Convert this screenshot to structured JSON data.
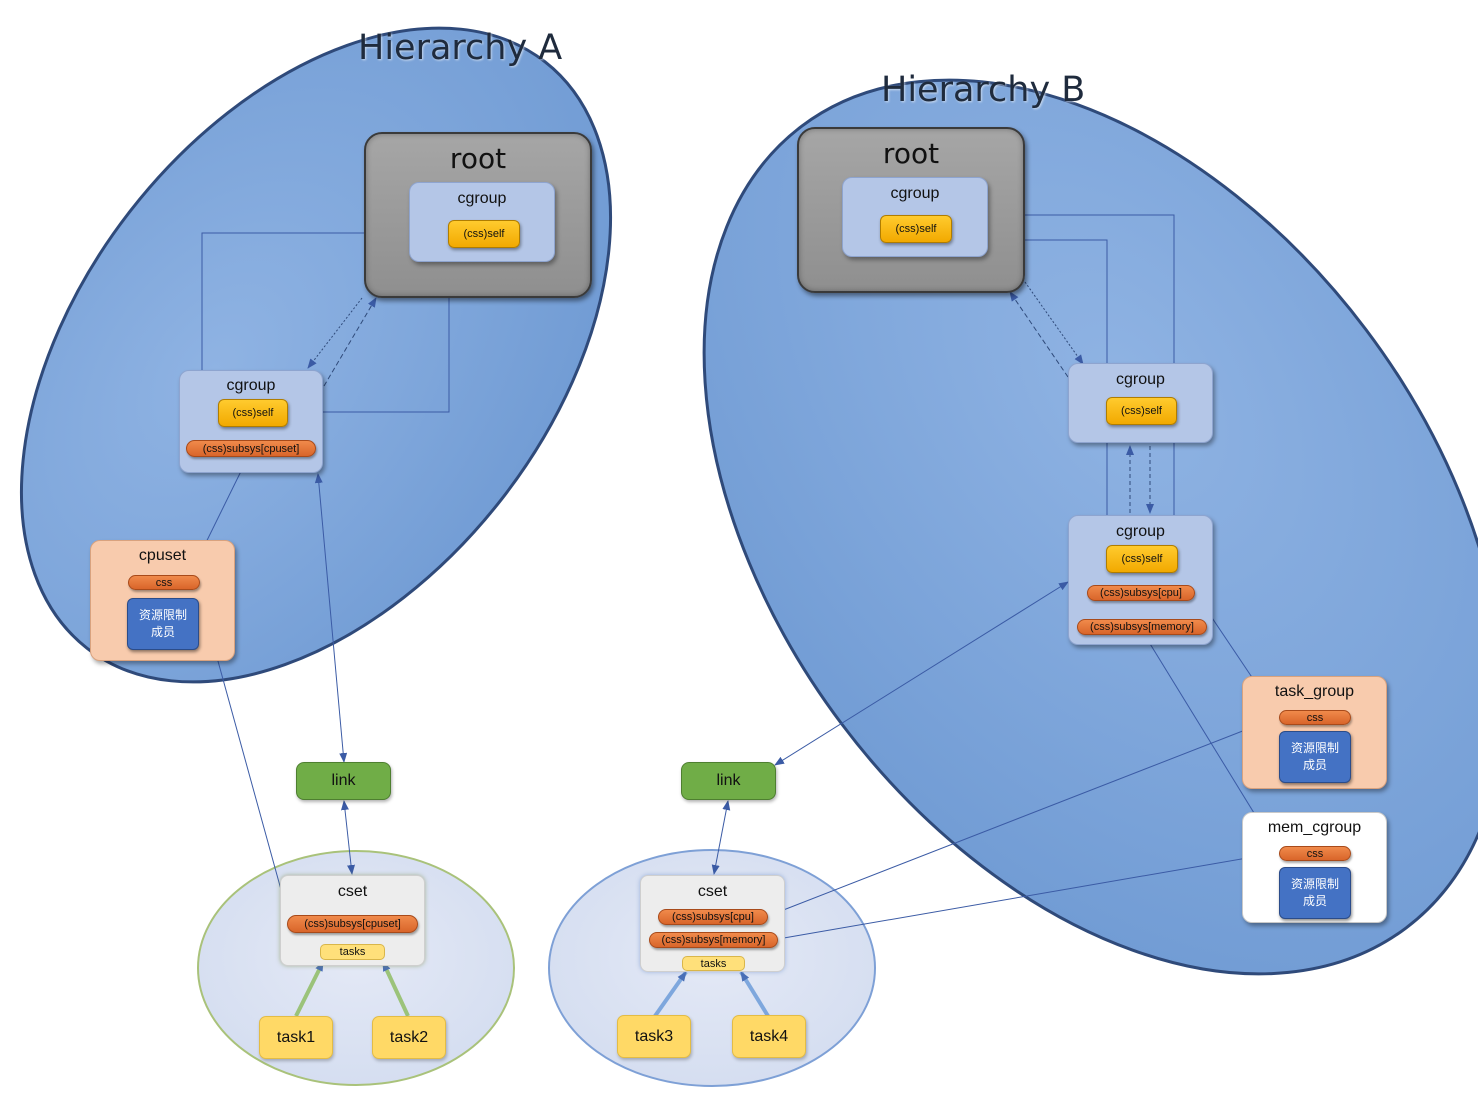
{
  "hierarchy_a": {
    "title": "Hierarchy A",
    "root": {
      "label": "root",
      "cgroup_label": "cgroup",
      "self_label": "(css)self"
    },
    "child_cgroup": {
      "label": "cgroup",
      "self_label": "(css)self",
      "subsys_label": "(css)subsys[cpuset]"
    },
    "cpuset": {
      "label": "cpuset",
      "css_label": "css",
      "members_line1": "资源限制",
      "members_line2": "成员"
    }
  },
  "hierarchy_b": {
    "title": "Hierarchy B",
    "root": {
      "label": "root",
      "cgroup_label": "cgroup",
      "self_label": "(css)self"
    },
    "mid_cgroup": {
      "label": "cgroup",
      "self_label": "(css)self"
    },
    "leaf_cgroup": {
      "label": "cgroup",
      "self_label": "(css)self",
      "subsys_cpu": "(css)subsys[cpu]",
      "subsys_memory": "(css)subsys[memory]"
    },
    "task_group": {
      "label": "task_group",
      "css_label": "css",
      "members_line1": "资源限制",
      "members_line2": "成员"
    },
    "mem_cgroup": {
      "label": "mem_cgroup",
      "css_label": "css",
      "members_line1": "资源限制",
      "members_line2": "成员"
    }
  },
  "left_cset": {
    "link_label": "link",
    "cset_label": "cset",
    "subsys_label": "(css)subsys[cpuset]",
    "tasks_label": "tasks",
    "tasks": [
      "task1",
      "task2"
    ]
  },
  "right_cset": {
    "link_label": "link",
    "cset_label": "cset",
    "subsys_cpu": "(css)subsys[cpu]",
    "subsys_memory": "(css)subsys[memory]",
    "tasks_label": "tasks",
    "tasks": [
      "task3",
      "task4"
    ]
  },
  "colors": {
    "ellipse_fill": "#7ea6d9",
    "ellipse_edge": "#2f4a7a",
    "cgroup_fill": "#b4c6e7",
    "self_fill": "#ffc000",
    "subsys_fill": "#ed7d31",
    "limit_fill": "#4472c4",
    "link_fill": "#70ad47",
    "task_fill": "#ffd966",
    "arrow": "#3b5ba5"
  }
}
